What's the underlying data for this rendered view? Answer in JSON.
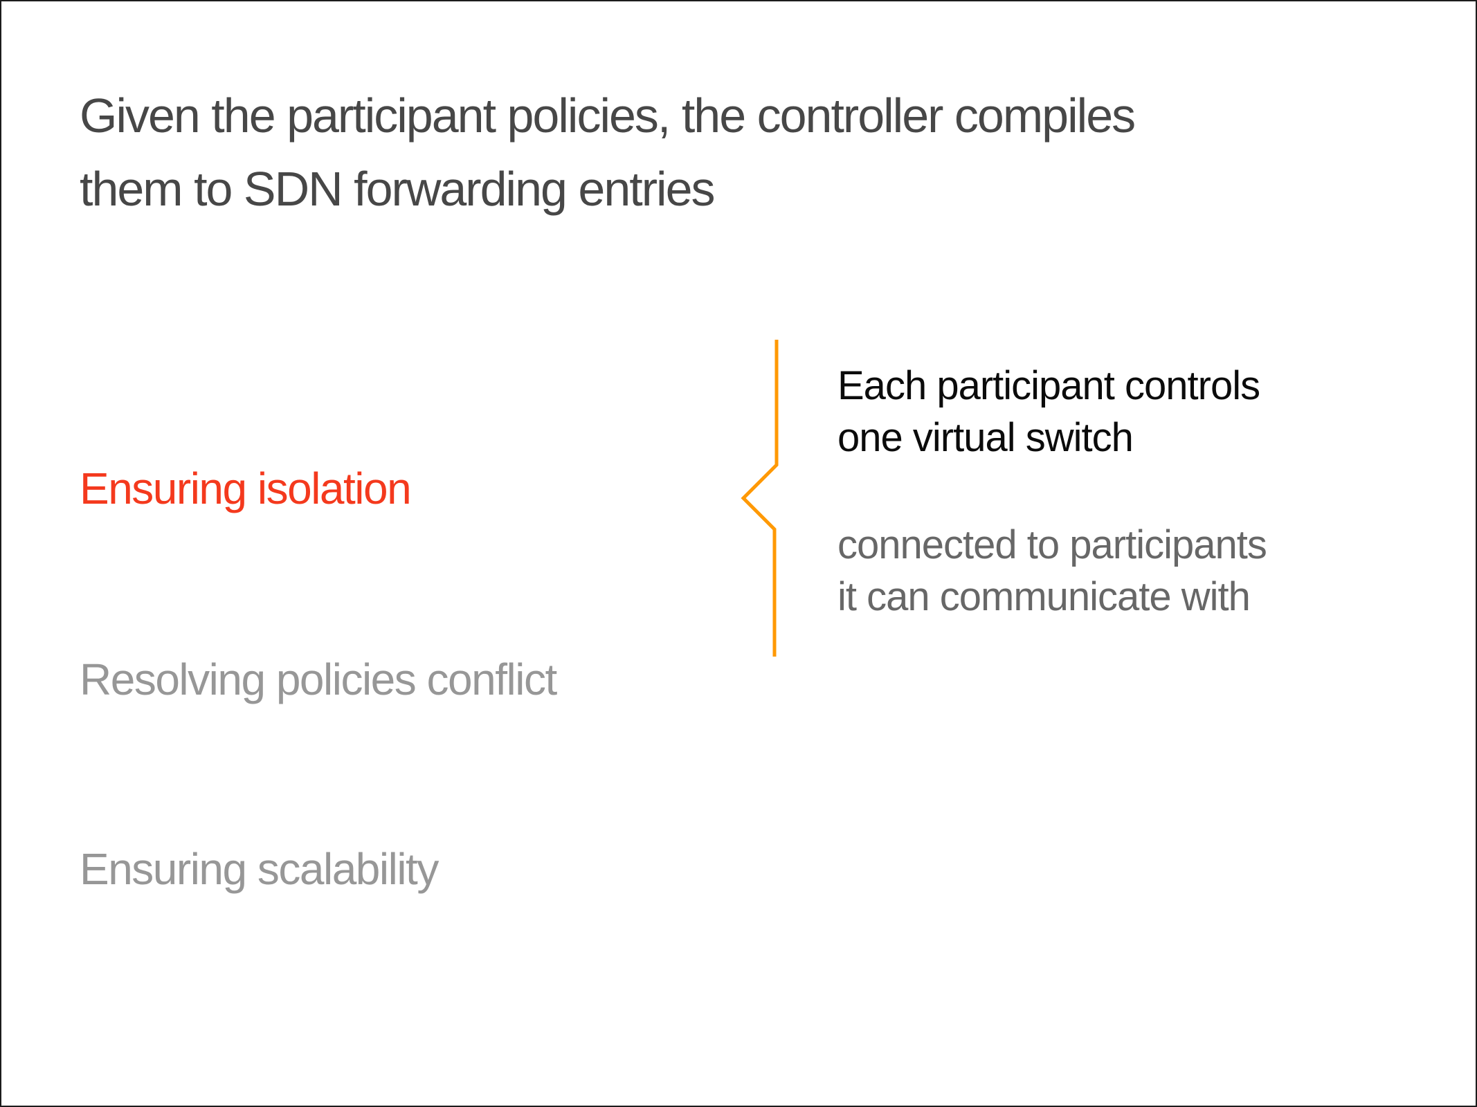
{
  "slide": {
    "title": {
      "lines": [
        "Given the participant policies, the controller compiles",
        "them to SDN forwarding entries"
      ]
    },
    "topics": [
      {
        "label": "Ensuring isolation",
        "state": "active"
      },
      {
        "label": "Resolving policies conflict",
        "state": "inactive"
      },
      {
        "label": "Ensuring scalability",
        "state": "inactive"
      }
    ],
    "annotation": {
      "primary_lines": [
        "Each participant controls",
        "one virtual switch"
      ],
      "secondary_lines": [
        "connected to participants",
        "it can communicate with"
      ]
    },
    "colors": {
      "highlight_red": "#F4391D",
      "brace_orange": "#FF9905",
      "title_gray": "#474747",
      "inactive_gray": "#979797",
      "secondary_gray": "#676767",
      "primary_black": "#0B0B0B",
      "border_black": "#1C1C1C"
    }
  }
}
